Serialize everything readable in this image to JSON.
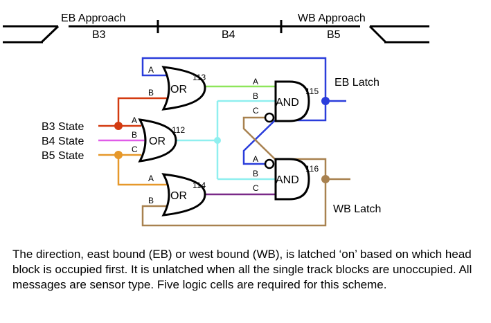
{
  "track": {
    "blocks": [
      {
        "id": "B3",
        "label": "B3",
        "zone": "EB Approach"
      },
      {
        "id": "B4",
        "label": "B4",
        "zone": ""
      },
      {
        "id": "B5",
        "label": "B5",
        "zone": "WB Approach"
      }
    ]
  },
  "inputs": [
    {
      "label": "B3 State",
      "color": "#d33a10"
    },
    {
      "label": "B4 State",
      "color": "#e05ce8"
    },
    {
      "label": "B5 State",
      "color": "#e6982a"
    }
  ],
  "gates": [
    {
      "id": "113",
      "type": "OR",
      "number": "113",
      "pins": [
        "A",
        "B"
      ]
    },
    {
      "id": "112",
      "type": "OR",
      "number": "112",
      "pins": [
        "A",
        "B",
        "C"
      ]
    },
    {
      "id": "114",
      "type": "OR",
      "number": "114",
      "pins": [
        "A",
        "B"
      ]
    },
    {
      "id": "115",
      "type": "AND",
      "number": "115",
      "pins": [
        "A",
        "B",
        "C"
      ]
    },
    {
      "id": "116",
      "type": "AND",
      "number": "116",
      "pins": [
        "A",
        "B",
        "C"
      ]
    }
  ],
  "outputs": [
    {
      "label": "EB Latch",
      "color": "#2a3ddb"
    },
    {
      "label": "WB Latch",
      "color": "#a8814f"
    }
  ],
  "wire_colors": {
    "or113_out": "#8ee65a",
    "or112_out": "#8fefef",
    "or114_out": "#7a2a88"
  },
  "caption": "The direction, east bound (EB) or west bound (WB), is latched ‘on’ based on which head block is occupied first. It is unlatched when all the single track blocks are unoccupied. All messages are sensor type. Five logic cells are required for this scheme."
}
